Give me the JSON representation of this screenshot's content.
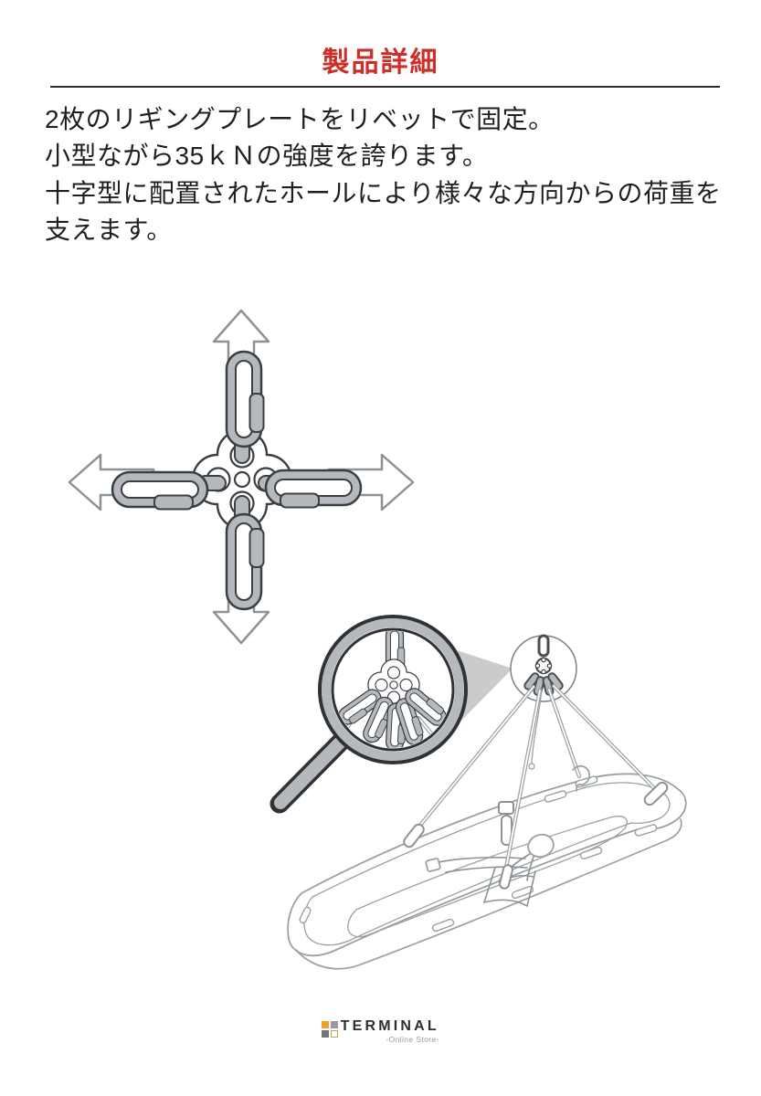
{
  "header": {
    "title": "製品詳細",
    "title_color": "#cd2f28",
    "rule_color": "#2c2c2c"
  },
  "description": {
    "text_color": "#1f1f1f",
    "lines": [
      "2枚のリギングプレートをリベットで固定。",
      "小型ながら35ｋＮの強度を誇ります。",
      "十字型に配置されたホールにより様々な方向からの荷重を",
      "支えます。"
    ]
  },
  "illustrations": {
    "load_directions_diagram": {
      "alt": "リギングプレートに4方向からカラビナを接続し、上下左右の荷重方向を矢印で示した図",
      "arrow_directions": [
        "up",
        "down",
        "left",
        "right"
      ],
      "colors": {
        "carabiner_fill": "#b5b9bd",
        "outline": "#3a3f44",
        "arrow_outline": "#8e9296",
        "plate_fill": "#ffffff"
      }
    },
    "usage_diagram": {
      "alt": "バスケットストレッチャー吊り上げ使用例とリギング部分の虫眼鏡拡大図",
      "colors": {
        "magnifier_ring": "#b5b9bd",
        "magnifier_outline": "#2f3337",
        "callout_wedge": "#c9cbcd",
        "line_art": "#9aa0a4",
        "dark_hardware": "#4a4e52"
      }
    }
  },
  "footer": {
    "logo": {
      "text": "TERMINAL",
      "subtext": "-Online Store-",
      "text_color": "#2e2e2e",
      "subtext_color": "#9a9a9a",
      "squares": [
        {
          "position": "top-left",
          "color": "#f0a12c",
          "border": "#f0a12c"
        },
        {
          "position": "top-right",
          "color": "#9b9b9b",
          "border": "#9b9b9b"
        },
        {
          "position": "bottom-left",
          "color": "#757575",
          "border": "#757575"
        },
        {
          "position": "bottom-right",
          "color": "#ffffff",
          "border": "#c7a45c"
        }
      ]
    }
  }
}
